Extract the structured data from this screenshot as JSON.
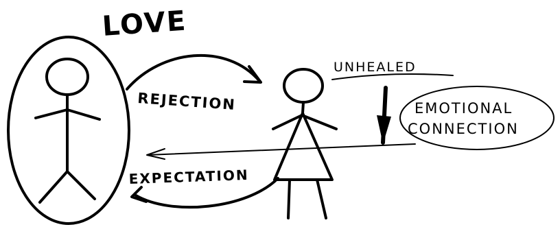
{
  "diagram": {
    "title": "LOVE",
    "labels": {
      "rejection": "REJECTION",
      "expectation": "EXPECTATION",
      "unhealed": "UNHEALED",
      "emotional": "EMOTIONAL",
      "connection": "CONNECTION"
    },
    "ink_color": "#000000",
    "background_color": "#ffffff"
  }
}
